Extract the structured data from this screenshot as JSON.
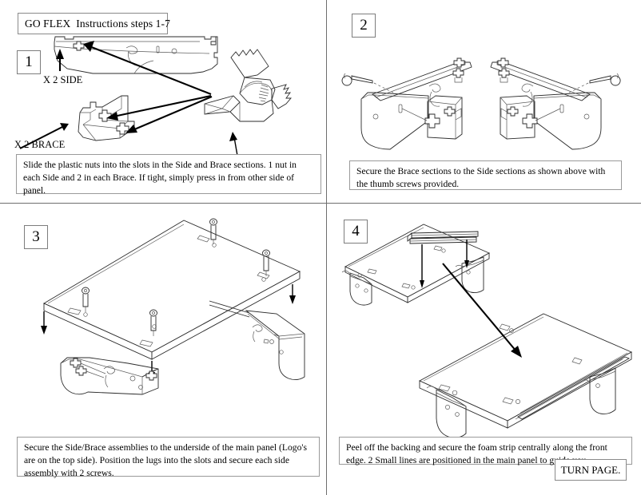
{
  "document": {
    "title": "GO FLEX  Instructions steps 1-7",
    "turn_page": "TURN PAGE."
  },
  "steps": [
    {
      "number": "1",
      "caption": "Slide the plastic nuts into the slots in the Side and Brace sections. 1 nut in each Side and 2 in each Brace. If tight, simply press in from other side of panel.",
      "labels": {
        "side": "X 2 SIDE",
        "brace": "X 2 BRACE"
      }
    },
    {
      "number": "2",
      "caption": "Secure the Brace sections to the Side sections as shown above with the thumb screws provided."
    },
    {
      "number": "3",
      "caption": "Secure the Side/Brace assemblies to the underside of the main panel (Logo's are on the top side). Position the lugs into the slots and secure each side assembly with 2 screws."
    },
    {
      "number": "4",
      "caption": "Peel off the backing and secure the foam strip centrally along the front edge. 2 Small lines are positioned in the main panel to guide you."
    }
  ],
  "colors": {
    "ink": "#2b2b2b",
    "rule": "#6e6e6e",
    "box_border": "#8a8a8a",
    "paper": "#ffffff"
  }
}
